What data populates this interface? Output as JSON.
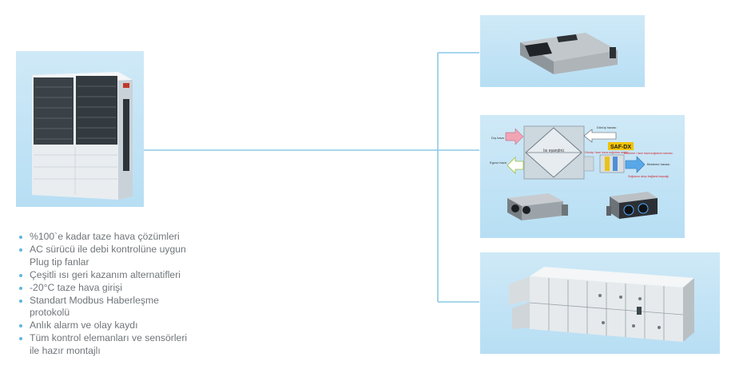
{
  "features": [
    "%100`e kadar taze hava çözümleri",
    "AC sürücü ile debi kontrolüne uygun\nPlug tip fanlar",
    "Çeşitli ısı geri kazanım alternatifleri",
    "-20°C taze hava girişi",
    "Standart Modbus Haberleşme\nprotokolü",
    "Anlık alarm ve olay kaydı",
    "Tüm kontrol elemanları ve sensörleri\nile hazır montajlı"
  ],
  "diagram": {
    "heat_exchanger_label": "Isı eşanjörü",
    "brand_badge": "SAF-DX",
    "labels": {
      "outdoor_air": "Dış hava",
      "exhaust_air": "Egzoz hava",
      "return_air": "Dönüş havası",
      "supply_air": "Besleme havası",
      "precool_note": "Besleme / taze hava soğutma\nısıtması",
      "fresh_note": "Dönüş / taze\nhava soğutma\nısıtıldı",
      "outdoor_unit_note": "Dış ünite ile bağlantıyı sağlayan sistem",
      "refrigerant_note": "Soğutucu akışı bağlantı kaynağı"
    }
  },
  "colors": {
    "connector_line": "#8cc8e6",
    "panel_bg": "#c3e4f6",
    "bullet": "#5fb7e0",
    "text": "#6f7579",
    "badge": "#f2c200"
  }
}
